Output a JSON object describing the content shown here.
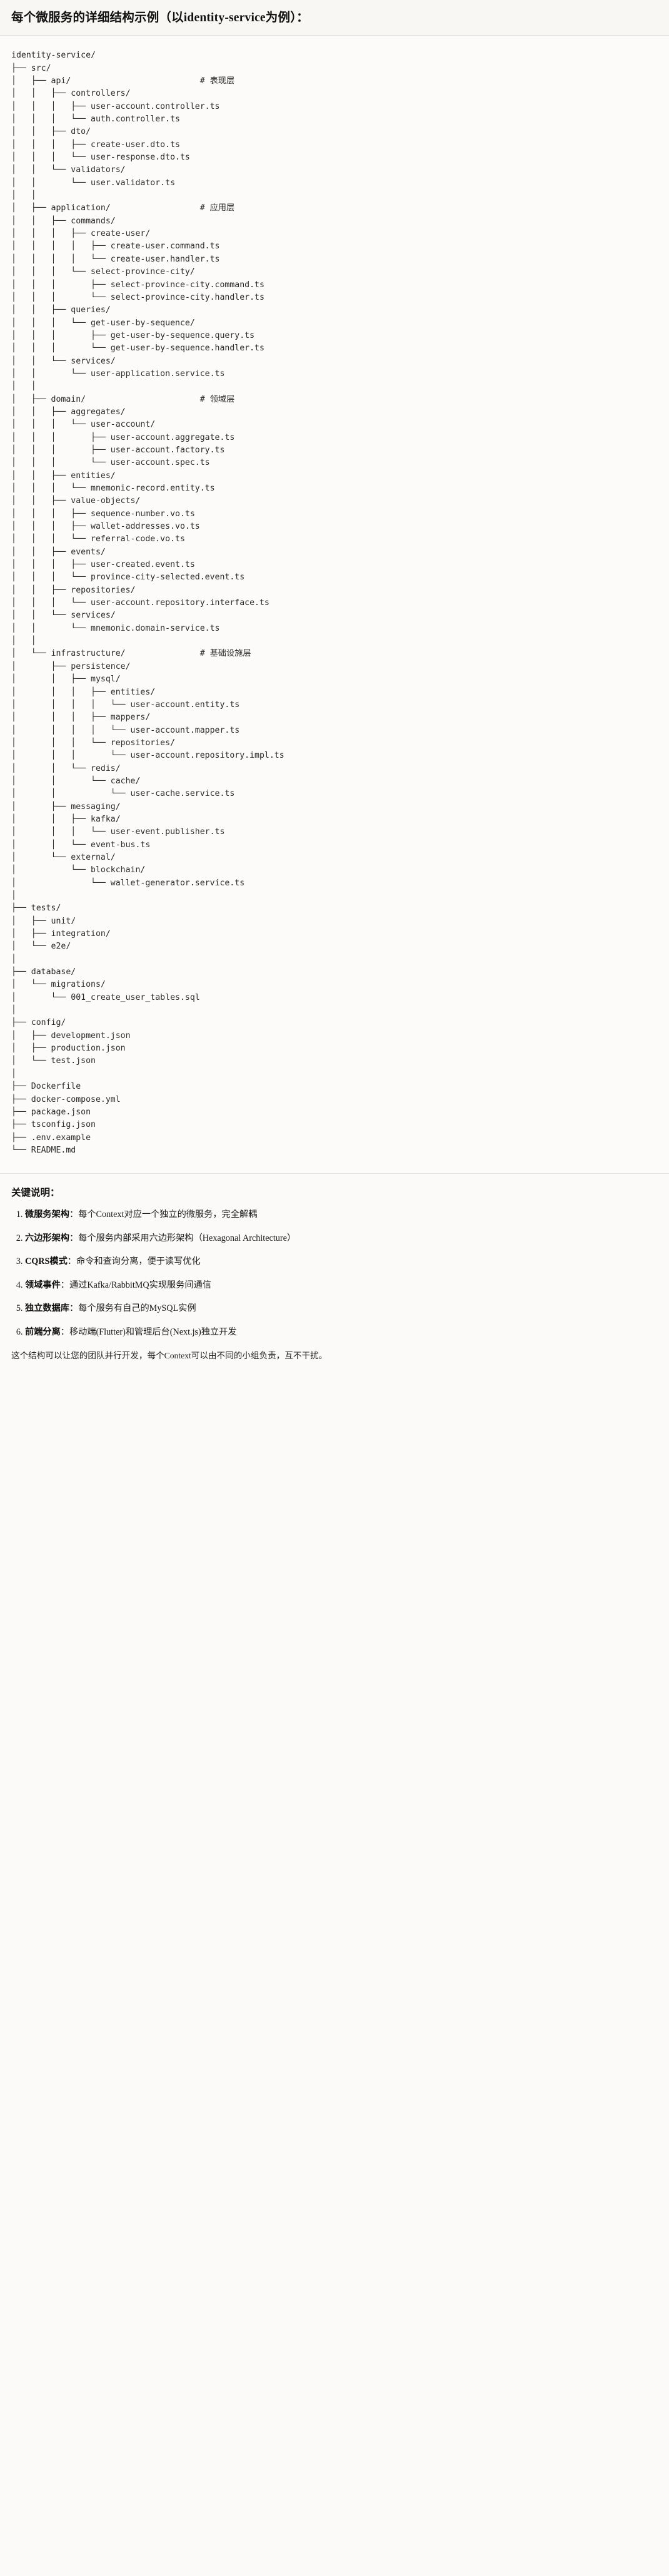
{
  "header": {
    "title": "每个微服务的详细结构示例（以identity-service为例）："
  },
  "tree": {
    "root": "identity-service/",
    "text": "identity-service/\n├── src/\n│   ├── api/                          # 表现层\n│   │   ├── controllers/\n│   │   │   ├── user-account.controller.ts\n│   │   │   └── auth.controller.ts\n│   │   ├── dto/\n│   │   │   ├── create-user.dto.ts\n│   │   │   └── user-response.dto.ts\n│   │   └── validators/\n│   │       └── user.validator.ts\n│   │\n│   ├── application/                  # 应用层\n│   │   ├── commands/\n│   │   │   ├── create-user/\n│   │   │   │   ├── create-user.command.ts\n│   │   │   │   └── create-user.handler.ts\n│   │   │   └── select-province-city/\n│   │   │       ├── select-province-city.command.ts\n│   │   │       └── select-province-city.handler.ts\n│   │   ├── queries/\n│   │   │   └── get-user-by-sequence/\n│   │   │       ├── get-user-by-sequence.query.ts\n│   │   │       └── get-user-by-sequence.handler.ts\n│   │   └── services/\n│   │       └── user-application.service.ts\n│   │\n│   ├── domain/                       # 领域层\n│   │   ├── aggregates/\n│   │   │   └── user-account/\n│   │   │       ├── user-account.aggregate.ts\n│   │   │       ├── user-account.factory.ts\n│   │   │       └── user-account.spec.ts\n│   │   ├── entities/\n│   │   │   └── mnemonic-record.entity.ts\n│   │   ├── value-objects/\n│   │   │   ├── sequence-number.vo.ts\n│   │   │   ├── wallet-addresses.vo.ts\n│   │   │   └── referral-code.vo.ts\n│   │   ├── events/\n│   │   │   ├── user-created.event.ts\n│   │   │   └── province-city-selected.event.ts\n│   │   ├── repositories/\n│   │   │   └── user-account.repository.interface.ts\n│   │   └── services/\n│   │       └── mnemonic.domain-service.ts\n│   │\n│   └── infrastructure/               # 基础设施层\n│       ├── persistence/\n│       │   ├── mysql/\n│       │   │   ├── entities/\n│       │   │   │   └── user-account.entity.ts\n│       │   │   ├── mappers/\n│       │   │   │   └── user-account.mapper.ts\n│       │   │   └── repositories/\n│       │   │       └── user-account.repository.impl.ts\n│       │   └── redis/\n│       │       └── cache/\n│       │           └── user-cache.service.ts\n│       ├── messaging/\n│       │   ├── kafka/\n│       │   │   └── user-event.publisher.ts\n│       │   └── event-bus.ts\n│       └── external/\n│           └── blockchain/\n│               └── wallet-generator.service.ts\n│\n├── tests/\n│   ├── unit/\n│   ├── integration/\n│   └── e2e/\n│\n├── database/\n│   └── migrations/\n│       └── 001_create_user_tables.sql\n│\n├── config/\n│   ├── development.json\n│   ├── production.json\n│   └── test.json\n│\n├── Dockerfile\n├── docker-compose.yml\n├── package.json\n├── tsconfig.json\n├── .env.example\n└── README.md",
    "layer_comments": [
      "# 表现层",
      "# 应用层",
      "# 领域层",
      "# 基础设施层"
    ]
  },
  "notes": {
    "title": "关键说明：",
    "items": [
      {
        "term": "微服务架构",
        "sep": "：",
        "desc": "每个Context对应一个独立的微服务，完全解耦"
      },
      {
        "term": "六边形架构",
        "sep": "：",
        "desc": "每个服务内部采用六边形架构（Hexagonal Architecture）"
      },
      {
        "term": "CQRS模式",
        "sep": "：",
        "desc": "命令和查询分离，便于读写优化"
      },
      {
        "term": "领域事件",
        "sep": "：",
        "desc": "通过Kafka/RabbitMQ实现服务间通信"
      },
      {
        "term": "独立数据库",
        "sep": "：",
        "desc": "每个服务有自己的MySQL实例"
      },
      {
        "term": "前端分离",
        "sep": "：",
        "desc": "移动端(Flutter)和管理后台(Next.js)独立开发"
      }
    ],
    "closing": "这个结构可以让您的团队并行开发，每个Context可以由不同的小组负责，互不干扰。"
  },
  "colors": {
    "page_bg": "#fbfaf8",
    "header_bg": "#f8f7f3",
    "code_bg": "#fcfbf9",
    "text": "#1b1b1b",
    "code_text": "#2a2a2a",
    "divider": "#e2e0da"
  }
}
